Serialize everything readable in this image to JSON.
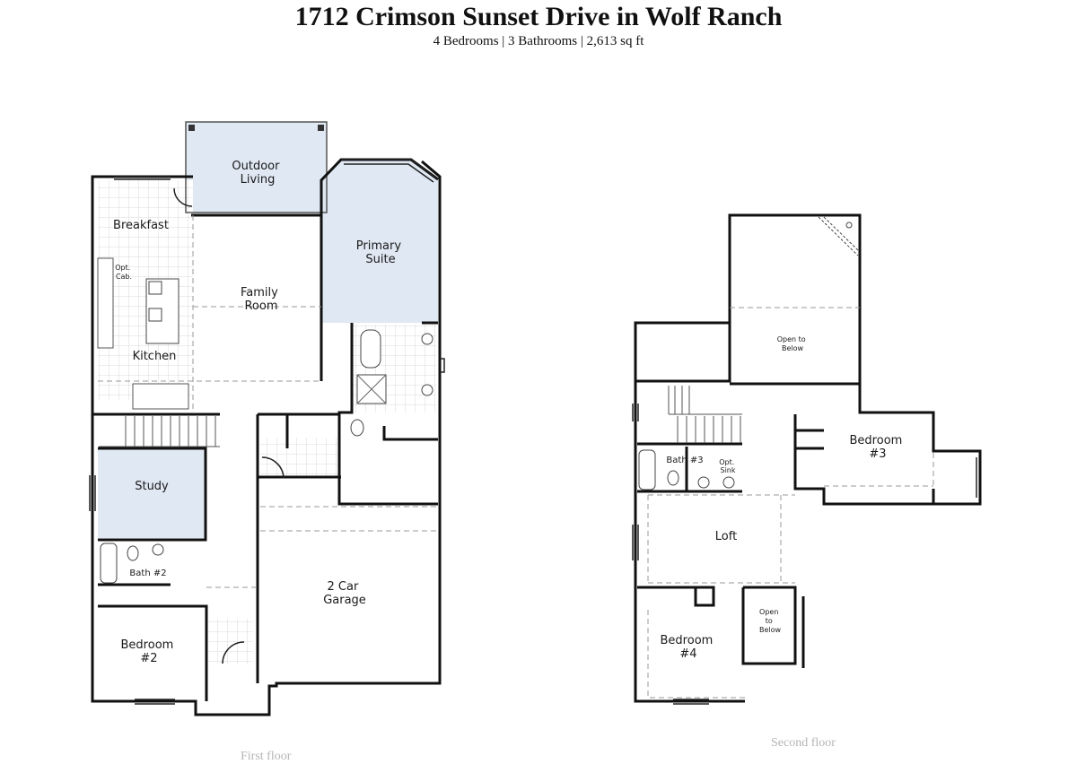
{
  "header": {
    "title": "1712 Crimson Sunset Drive in Wolf Ranch",
    "subtitle": "4 Bedrooms | 3 Bathrooms | 2,613 sq ft"
  },
  "colors": {
    "accent_room": "#dfe8f3",
    "wall": "#111111",
    "caption": "#b5b5b5"
  },
  "first_floor": {
    "caption": "First floor",
    "rooms": {
      "outdoor_living": [
        "Outdoor",
        "Living"
      ],
      "breakfast": "Breakfast",
      "opt_cab": [
        "Opt.",
        "Cab."
      ],
      "family_room": [
        "Family",
        "Room"
      ],
      "primary_suite": [
        "Primary",
        "Suite"
      ],
      "kitchen": "Kitchen",
      "study": "Study",
      "bath_2": "Bath #2",
      "garage": [
        "2 Car",
        "Garage"
      ],
      "bedroom_2": [
        "Bedroom",
        "#2"
      ]
    }
  },
  "second_floor": {
    "caption": "Second floor",
    "rooms": {
      "open_below_top": [
        "Open to",
        "Below"
      ],
      "bedroom_3": [
        "Bedroom",
        "#3"
      ],
      "bath_3": "Bath #3",
      "opt_sink": [
        "Opt.",
        "Sink"
      ],
      "loft": "Loft",
      "bedroom_4": [
        "Bedroom",
        "#4"
      ],
      "open_below_bottom": [
        "Open",
        "to",
        "Below"
      ]
    }
  }
}
